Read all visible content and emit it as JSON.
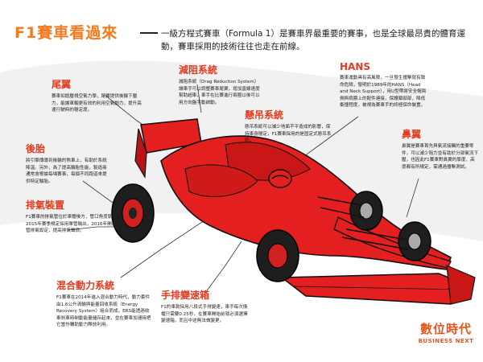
{
  "header": {
    "title": "F1賽車看過來",
    "lead": "一級方程式賽車（Formula 1）是賽車界最重要的賽事，也是全球最昂貴的體育運動，賽車採用的技術往往也走在前線。"
  },
  "labels": [
    {
      "key": "rear_wing",
      "title": "尾翼",
      "desc": "賽車如誼壓視空氣力學，尾翼提供後輪下壓力，能讓車輛更有效的利用空氣動力，提升高速行駛時的穩定度。"
    },
    {
      "key": "drs",
      "title": "減阻系統",
      "desc": "減阻系統（Drag Reduction System）讓車手可以調整賽車尾翼，增加直線速度幫助超車，車手在比賽進行兩圈以後可以用方向盤手動啟動。"
    },
    {
      "key": "hans",
      "title": "HANS",
      "desc": "賽車運動具有高風險，一旦發生撞擊就有致命危險，發明於1989年的HANS（Head and Neck Support），用U型帶將安全帽兩側與肩膀上的配件連接，保護頸部部，降低衝撞程度，被視為賽車手的終極保命裝置。"
    },
    {
      "key": "suspension",
      "title": "懸吊系統",
      "desc": "懸吊系統可以減少地面不平造成的影響，保持車身穩定，F1賽車採用的是固定式懸吊系統。"
    },
    {
      "key": "tyres",
      "title": "後胎",
      "desc": "將引擎傳導到後輪的煞車上，有助於系統降溫。另外，為了提高輪胎性能，製造商通常會根據每場賽事，每個不同跑道來提供特定輪胎。"
    },
    {
      "key": "nose",
      "title": "鼻翼",
      "desc": "鼻翼是賽車首先與氣流接觸的重要零件，可以減少阻力並有助於分部氣流下壓，也因此F1賽車對鼻翼的厚度、高度都有所規定，需通過撞擊測試。"
    },
    {
      "key": "exhaust",
      "title": "排氣裝置",
      "desc": "F1賽車的排氣管位於車體後方，管口角度朝上。2015年賽季規定採用單管輸出，2016年開放雙管排氣設定，提高排氣聲浪。"
    },
    {
      "key": "hybrid",
      "title": "混合動力系統",
      "desc": "F1賽車在2014年進入混合動力時代，動力套件由1.6公升渦輪與能量回收系統（Energy Recovery System）組合而成，ERS能透過收車剎車時制動能量儲存起來，並在賽車加速時把它當作輔助動力釋放利用。"
    },
    {
      "key": "gearbox",
      "title": "手排變速箱",
      "desc": "F1的車款採用八段式手排變速，車手每次換檔只需要0.25秒，在賽車開始前就必須選擇變速箱，而且中途無法做變更。"
    }
  ],
  "logo": {
    "name": "數位時代",
    "sub": "BUSINESS NEXT"
  },
  "colors": {
    "accent": "#f57a1f",
    "car_red": "#e31f1f",
    "label_red": "#e23b1f"
  }
}
